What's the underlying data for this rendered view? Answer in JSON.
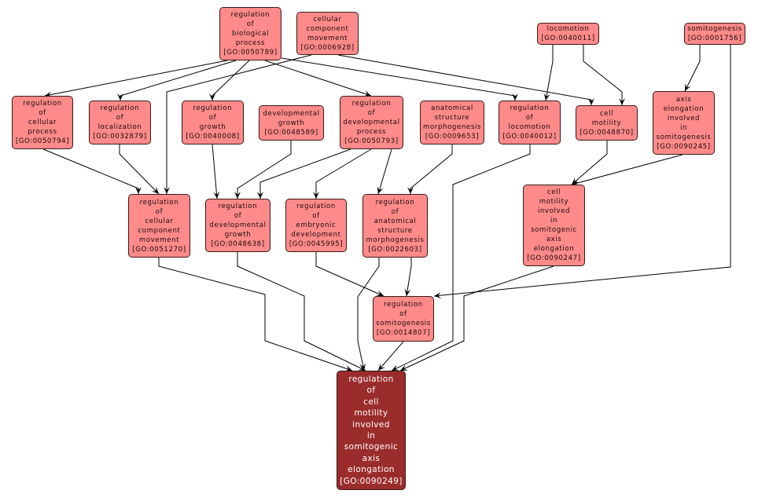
{
  "graph": {
    "colors": {
      "term": "#ff8a8a",
      "focus": "#9b2c2c",
      "edge": "#000000"
    },
    "nodes": [
      {
        "id": "GO:0050789",
        "lines": [
          "regulation",
          "of",
          "biological",
          "process",
          "[GO:0050789]"
        ]
      },
      {
        "id": "GO:0006928",
        "lines": [
          "cellular",
          "component",
          "movement",
          "[GO:0006928]"
        ]
      },
      {
        "id": "GO:0040011",
        "lines": [
          "locomotion",
          "[GO:0040011]"
        ]
      },
      {
        "id": "GO:0001756",
        "lines": [
          "somitogenesis",
          "[GO:0001756]"
        ]
      },
      {
        "id": "GO:0050794",
        "lines": [
          "regulation",
          "of",
          "cellular",
          "process",
          "[GO:0050794]"
        ]
      },
      {
        "id": "GO:0032879",
        "lines": [
          "regulation",
          "of",
          "localization",
          "[GO:0032879]"
        ]
      },
      {
        "id": "GO:0040008",
        "lines": [
          "regulation",
          "of",
          "growth",
          "[GO:0040008]"
        ]
      },
      {
        "id": "GO:0048589",
        "lines": [
          "developmental",
          "growth",
          "[GO:0048589]"
        ]
      },
      {
        "id": "GO:0050793",
        "lines": [
          "regulation",
          "of",
          "developmental",
          "process",
          "[GO:0050793]"
        ]
      },
      {
        "id": "GO:0009653",
        "lines": [
          "anatomical",
          "structure",
          "morphogenesis",
          "[GO:0009653]"
        ]
      },
      {
        "id": "GO:0040012",
        "lines": [
          "regulation",
          "of",
          "locomotion",
          "[GO:0040012]"
        ]
      },
      {
        "id": "GO:0048870",
        "lines": [
          "cell",
          "motility",
          "[GO:0048870]"
        ]
      },
      {
        "id": "GO:0090245",
        "lines": [
          "axis",
          "elongation",
          "involved",
          "in",
          "somitogenesis",
          "[GO:0090245]"
        ]
      },
      {
        "id": "GO:0051270",
        "lines": [
          "regulation",
          "of",
          "cellular",
          "component",
          "movement",
          "[GO:0051270]"
        ]
      },
      {
        "id": "GO:0048638",
        "lines": [
          "regulation",
          "of",
          "developmental",
          "growth",
          "[GO:0048638]"
        ]
      },
      {
        "id": "GO:0045995",
        "lines": [
          "regulation",
          "of",
          "embryonic",
          "development",
          "[GO:0045995]"
        ]
      },
      {
        "id": "GO:0022603",
        "lines": [
          "regulation",
          "of",
          "anatomical",
          "structure",
          "morphogenesis",
          "[GO:0022603]"
        ]
      },
      {
        "id": "GO:0090247",
        "lines": [
          "cell",
          "motility",
          "involved",
          "in",
          "somitogenic",
          "axis",
          "elongation",
          "[GO:0090247]"
        ]
      },
      {
        "id": "GO:0014807",
        "lines": [
          "regulation",
          "of",
          "somitogenesis",
          "[GO:0014807]"
        ]
      },
      {
        "id": "GO:0090249",
        "focus": true,
        "lines": [
          "regulation",
          "of",
          "cell",
          "motility",
          "involved",
          "in",
          "somitogenic",
          "axis",
          "elongation",
          "[GO:0090249]"
        ]
      }
    ],
    "edges": [
      {
        "from": "GO:0050789",
        "to": "GO:0050794"
      },
      {
        "from": "GO:0050789",
        "to": "GO:0032879"
      },
      {
        "from": "GO:0050789",
        "to": "GO:0040008"
      },
      {
        "from": "GO:0050789",
        "to": "GO:0050793"
      },
      {
        "from": "GO:0050789",
        "to": "GO:0040012"
      },
      {
        "from": "GO:0006928",
        "to": "GO:0051270"
      },
      {
        "from": "GO:0006928",
        "to": "GO:0048870"
      },
      {
        "from": "GO:0040011",
        "to": "GO:0040012"
      },
      {
        "from": "GO:0040011",
        "to": "GO:0048870"
      },
      {
        "from": "GO:0001756",
        "to": "GO:0090245"
      },
      {
        "from": "GO:0001756",
        "to": "GO:0014807"
      },
      {
        "from": "GO:0050794",
        "to": "GO:0051270"
      },
      {
        "from": "GO:0032879",
        "to": "GO:0051270"
      },
      {
        "from": "GO:0040008",
        "to": "GO:0048638"
      },
      {
        "from": "GO:0048589",
        "to": "GO:0048638"
      },
      {
        "from": "GO:0050793",
        "to": "GO:0048638"
      },
      {
        "from": "GO:0050793",
        "to": "GO:0045995"
      },
      {
        "from": "GO:0050793",
        "to": "GO:0022603"
      },
      {
        "from": "GO:0009653",
        "to": "GO:0022603"
      },
      {
        "from": "GO:0040012",
        "to": "GO:0090249"
      },
      {
        "from": "GO:0048870",
        "to": "GO:0090247"
      },
      {
        "from": "GO:0090245",
        "to": "GO:0090247"
      },
      {
        "from": "GO:0051270",
        "to": "GO:0090249"
      },
      {
        "from": "GO:0048638",
        "to": "GO:0090249"
      },
      {
        "from": "GO:0045995",
        "to": "GO:0014807"
      },
      {
        "from": "GO:0022603",
        "to": "GO:0090249"
      },
      {
        "from": "GO:0022603",
        "to": "GO:0014807"
      },
      {
        "from": "GO:0090247",
        "to": "GO:0090249"
      },
      {
        "from": "GO:0014807",
        "to": "GO:0090249"
      }
    ]
  }
}
